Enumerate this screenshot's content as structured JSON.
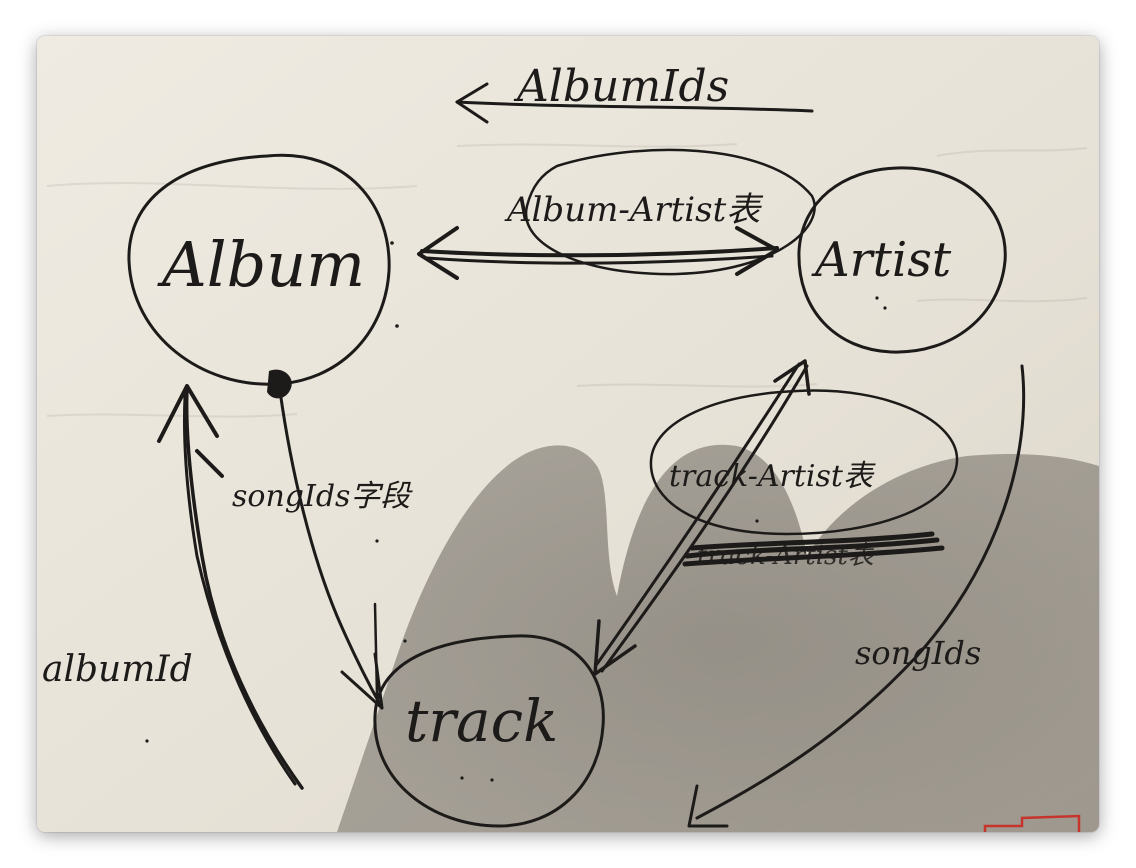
{
  "colors": {
    "paper": "#e9e5dc",
    "ink": "#1d1b19",
    "shadow": "#3f3a34",
    "red_mark": "#c7342c"
  },
  "nodes": {
    "album": "Album",
    "artist": "Artist",
    "track": "track"
  },
  "relation_notes": {
    "album_artist": "Album-Artist表",
    "track_artist": "track-Artist表",
    "track_artist_struck": "track-Artist表"
  },
  "edge_labels": {
    "album_ids": "AlbumIds",
    "song_ids_field": "songIds字段",
    "album_id": "albumId",
    "song_ids": "songIds"
  }
}
